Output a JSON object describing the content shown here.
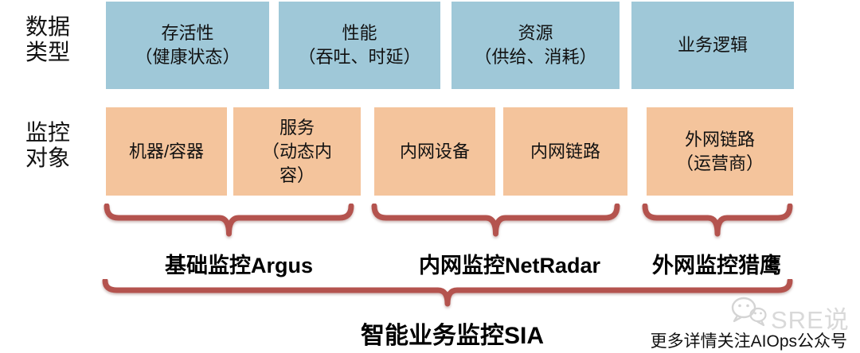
{
  "row_labels": {
    "data_type": "数据\n类型",
    "monitor_object": "监控\n对象"
  },
  "data_type_boxes": [
    {
      "label": "存活性\n（健康状态）"
    },
    {
      "label": "性能\n（吞吐、时延）"
    },
    {
      "label": "资源\n（供给、消耗）"
    },
    {
      "label": "业务逻辑"
    }
  ],
  "monitor_object_boxes": [
    {
      "label": "机器/容器"
    },
    {
      "label": "服务\n（动态内\n容）"
    },
    {
      "label": "内网设备"
    },
    {
      "label": "内网链路"
    },
    {
      "label": "外网链路\n（运营商）"
    }
  ],
  "groups": [
    {
      "label": "基础监控Argus"
    },
    {
      "label": "内网监控NetRadar"
    },
    {
      "label": "外网监控猎鹰"
    }
  ],
  "overall": {
    "label": "智能业务监控SIA"
  },
  "watermark": {
    "icon": "wechat-icon",
    "brand": "SRE说",
    "note": "更多详情关注AIOps公众号"
  },
  "colors": {
    "data_type_box": "#9fc8d8",
    "object_box": "#f4c49c",
    "brace": "#b4534e",
    "text": "#111111",
    "watermark": "#d9d9d9"
  }
}
